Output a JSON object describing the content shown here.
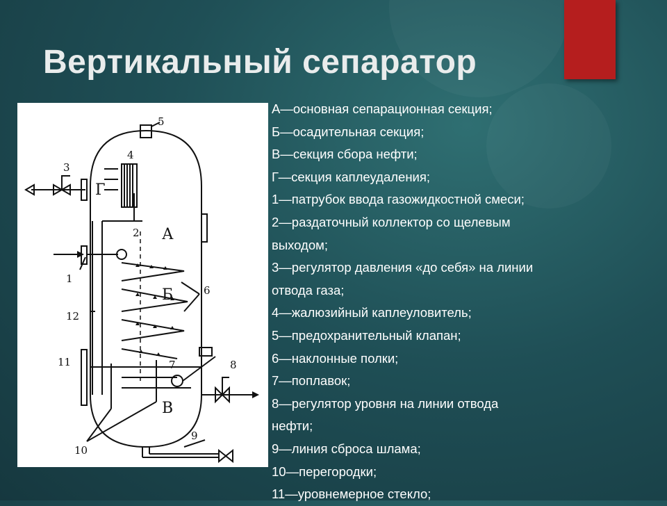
{
  "slide": {
    "title": "Вертикальный сепаратор",
    "accent_color": "#b51e1e",
    "background_color": "#1f4f56"
  },
  "legend": [
    "А—основная сепарационная секция;",
    "Б—осадительная секция;",
    "В—секция сбора нефти;",
    "Г—секция каплеудаления;",
    "1—патрубок ввода газожидкостной смеси;",
    "2—раздаточный коллектор со щелевым",
    "выходом;",
    "3—регулятор давления «до себя» на линии",
    "отвода газа;",
    "4—жалюзийный каплеуловитель;",
    "5—предохранительный клапан;",
    "6—наклонные полки;",
    "7—поплавок;",
    "8—регулятор уровня на линии отвода",
    "нефти;",
    "9—линия сброса шлама;",
    "10—перегородки;",
    "11—уровнемерное стекло;"
  ],
  "diagram": {
    "section_labels": [
      "А",
      "Б",
      "В",
      "Г"
    ],
    "callouts": [
      "1",
      "2",
      "3",
      "4",
      "5",
      "6",
      "7",
      "8",
      "9",
      "10",
      "11",
      "12"
    ]
  }
}
